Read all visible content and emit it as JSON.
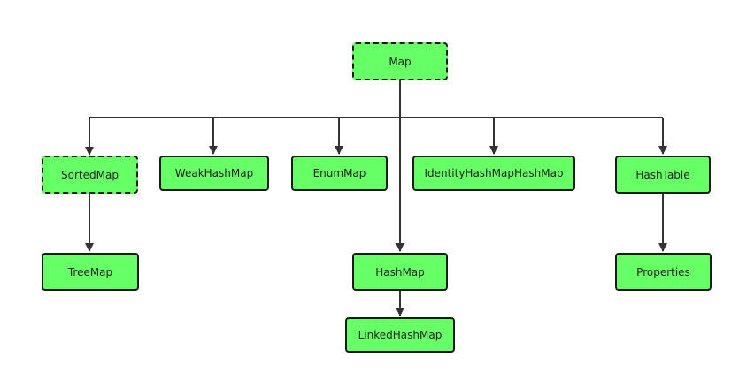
{
  "diagram": {
    "nodes": {
      "map": {
        "label": "Map",
        "kind": "interface"
      },
      "sorted_map": {
        "label": "SortedMap",
        "kind": "interface"
      },
      "weak_hash_map": {
        "label": "WeakHashMap",
        "kind": "class"
      },
      "enum_map": {
        "label": "EnumMap",
        "kind": "class"
      },
      "identity_hash_map": {
        "label": "IdentityHashMapHashMap",
        "kind": "class"
      },
      "hash_table": {
        "label": "HashTable",
        "kind": "class"
      },
      "tree_map": {
        "label": "TreeMap",
        "kind": "class"
      },
      "hash_map": {
        "label": "HashMap",
        "kind": "class"
      },
      "linked_hash_map": {
        "label": "LinkedHashMap",
        "kind": "class"
      },
      "properties": {
        "label": "Properties",
        "kind": "class"
      }
    },
    "edges": [
      {
        "from": "map",
        "to": "sorted_map"
      },
      {
        "from": "map",
        "to": "weak_hash_map"
      },
      {
        "from": "map",
        "to": "enum_map"
      },
      {
        "from": "map",
        "to": "hash_map"
      },
      {
        "from": "map",
        "to": "identity_hash_map"
      },
      {
        "from": "map",
        "to": "hash_table"
      },
      {
        "from": "sorted_map",
        "to": "tree_map"
      },
      {
        "from": "hash_map",
        "to": "linked_hash_map"
      },
      {
        "from": "hash_table",
        "to": "properties"
      }
    ],
    "colors": {
      "node_fill": "#66ff66",
      "node_border": "#1a1a1a",
      "edge": "#333333"
    }
  }
}
